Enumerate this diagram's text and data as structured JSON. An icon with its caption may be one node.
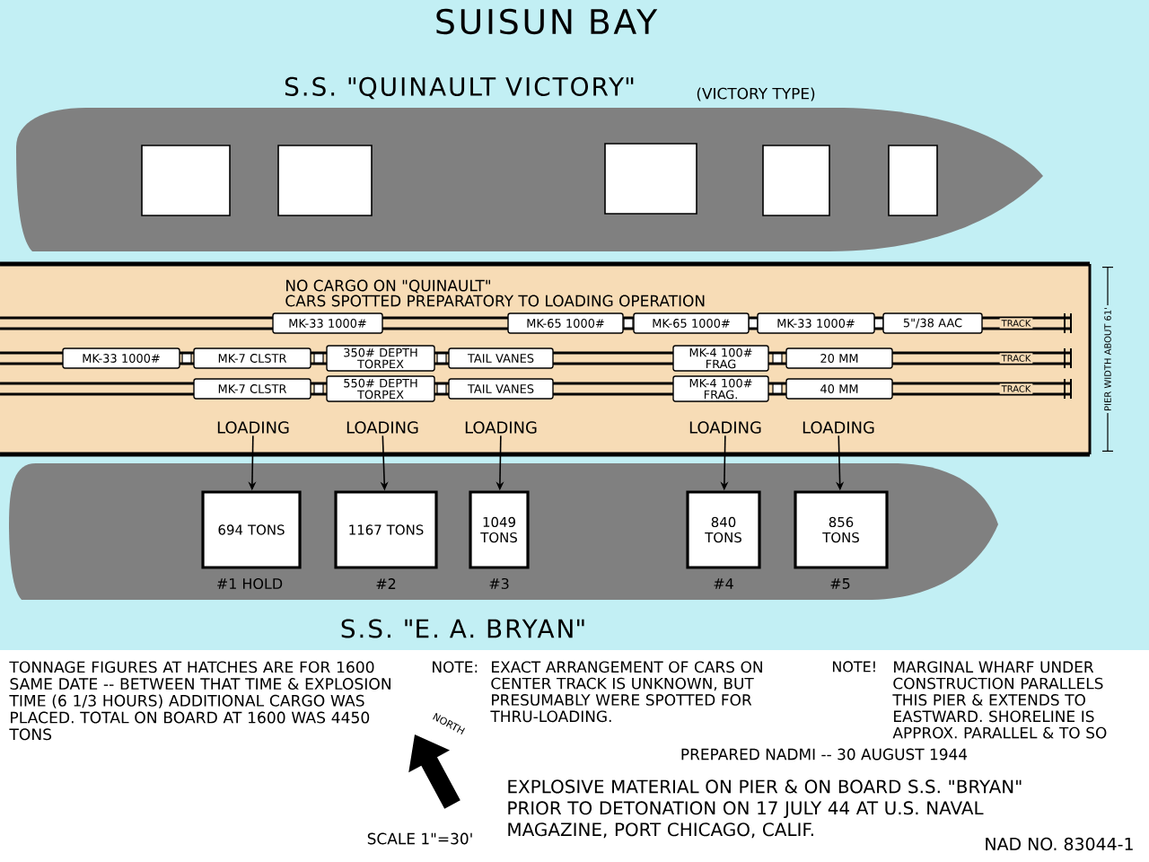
{
  "diagram": {
    "caption": "EXPLOSIVE MATERIAL ON PIER & ON BOARD S.S. \"BRYAN\" PRIOR TO DETONATION ON 17 JULY 44 AT U.S. NAVAL MAGAZINE, PORT CHICAGO, CALIF.",
    "nodes": [
      {
        "text": [
          "S.S. \"QUINAULT VICTORY\"",
          "(VICTORY TYPE)"
        ]
      },
      {
        "text": [],
        "shape": "box",
        "in": 0
      },
      {
        "text": [],
        "shape": "box",
        "in": 0
      },
      {
        "text": [],
        "shape": "box",
        "in": 0
      },
      {
        "text": [],
        "shape": "box",
        "in": 0
      },
      {
        "text": [],
        "shape": "box",
        "in": 0
      },
      {
        "text": [
          "NO CARGO ON \"QUINAULT\"",
          "CARS SPOTTED PREPARATORY TO LOADING OPERATION"
        ]
      },
      {
        "text": [
          "MK-33 1000#"
        ],
        "in": 6
      },
      {
        "text": [
          "MK-65 1000#"
        ],
        "in": 6
      },
      {
        "text": [
          "MK-65 1000#"
        ],
        "in": 6
      },
      {
        "text": [
          "MK-33 1000#"
        ],
        "in": 6
      },
      {
        "text": [
          "5\"/38 AAC"
        ],
        "in": 6
      },
      {
        "text": [
          "MK-33 1000#"
        ],
        "in": 6
      },
      {
        "text": [
          "MK-7 CLSTR"
        ],
        "in": 6
      },
      {
        "text": [
          "350# DEPTH TORPEX"
        ],
        "in": 6
      },
      {
        "text": [
          "TAIL VANES"
        ],
        "in": 6
      },
      {
        "text": [
          "MK-4 100# FRAG"
        ],
        "in": 6
      },
      {
        "text": [
          "20 MM"
        ],
        "in": 6
      },
      {
        "text": [
          "MK-7 CLSTR"
        ],
        "in": 6
      },
      {
        "text": [
          "550# DEPTH TORPEX"
        ],
        "in": 6
      },
      {
        "text": [
          "TAIL VANES"
        ],
        "in": 6
      },
      {
        "text": [
          "MK-4 100# FRAG."
        ],
        "in": 6
      },
      {
        "text": [
          "40 MM"
        ],
        "in": 6
      },
      {
        "text": [
          "LOADING"
        ],
        "in": 6
      },
      {
        "text": [
          "LOADING"
        ],
        "in": 6
      },
      {
        "text": [
          "LOADING"
        ],
        "in": 6
      },
      {
        "text": [
          "LOADING"
        ],
        "in": 6
      },
      {
        "text": [
          "LOADING"
        ],
        "in": 6
      },
      {
        "text": [
          "S.S. \"E. A. BRYAN\""
        ]
      },
      {
        "text": [
          "694 TONS"
        ],
        "beside": [
          "#1 HOLD"
        ],
        "in": 28
      },
      {
        "text": [
          "1167 TONS"
        ],
        "beside": [
          "#2"
        ],
        "in": 28
      },
      {
        "text": [
          "1049 TONS"
        ],
        "beside": [
          "#3"
        ],
        "in": 28
      },
      {
        "text": [
          "840 TONS"
        ],
        "beside": [
          "#4"
        ],
        "in": 28
      },
      {
        "text": [
          "856 TONS"
        ],
        "beside": [
          "#5"
        ],
        "in": 28
      }
    ],
    "edges": [
      {
        "from": 23,
        "to": 29,
        "arrow": "to"
      },
      {
        "from": 24,
        "to": 30,
        "arrow": "to"
      },
      {
        "from": 25,
        "to": 31,
        "arrow": "to"
      },
      {
        "from": 26,
        "to": 32,
        "arrow": "to"
      },
      {
        "from": 27,
        "to": 33,
        "arrow": "to"
      }
    ],
    "labels": [
      "SUISUN BAY",
      "TRACK",
      "TRACK",
      "TRACK",
      "PIER WIDTH ABOUT 61'",
      "TONNAGE FIGURES AT HATCHES ARE FOR 1600 SAME DATE -- BETWEEN THAT TIME & EXPLOSION TIME (6 1/3 HOURS) ADDITIONAL CARGO WAS PLACED. TOTAL ON BOARD AT 1600 WAS 4450 TONS",
      "NOTE:",
      "EXACT ARRANGEMENT OF CARS ON CENTER TRACK IS UNKNOWN, BUT PRESUMABLY WERE SPOTTED FOR THRU-LOADING.",
      "NOTE!",
      "MARGINAL WHARF UNDER CONSTRUCTION PARALLELS THIS PIER & EXTENDS TO EASTWARD. SHORELINE IS APPROX. PARALLEL & TO SO",
      "NORTH",
      "PREPARED NADMI -- 30 AUGUST 1944",
      "SCALE 1\"=30'",
      "NAD NO. 83044-1"
    ]
  }
}
